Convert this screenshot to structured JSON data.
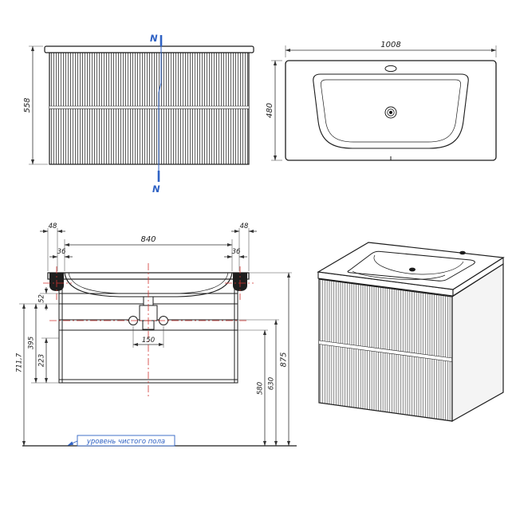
{
  "title": "Vanity cabinet technical drawing",
  "colors": {
    "annotation_blue": "#2f62c4",
    "centerline_red": "#d23430",
    "line_dark": "#1c1c1c"
  },
  "front_view": {
    "height_dim": "558",
    "section_label": "N"
  },
  "top_view": {
    "width_dim": "1008",
    "depth_dim": "480"
  },
  "section_view": {
    "overhang": "48",
    "inset": "36",
    "basin_width": "840",
    "rail_gap": "52",
    "carcass_height": "395",
    "drawer_zone": "223",
    "floor_to_basin": "711,7",
    "trap_span": "150",
    "floor_to_drawer_top": "580",
    "floor_to_apron": "630",
    "floor_to_counter": "875",
    "floor_note": "уровень чистого пола"
  }
}
